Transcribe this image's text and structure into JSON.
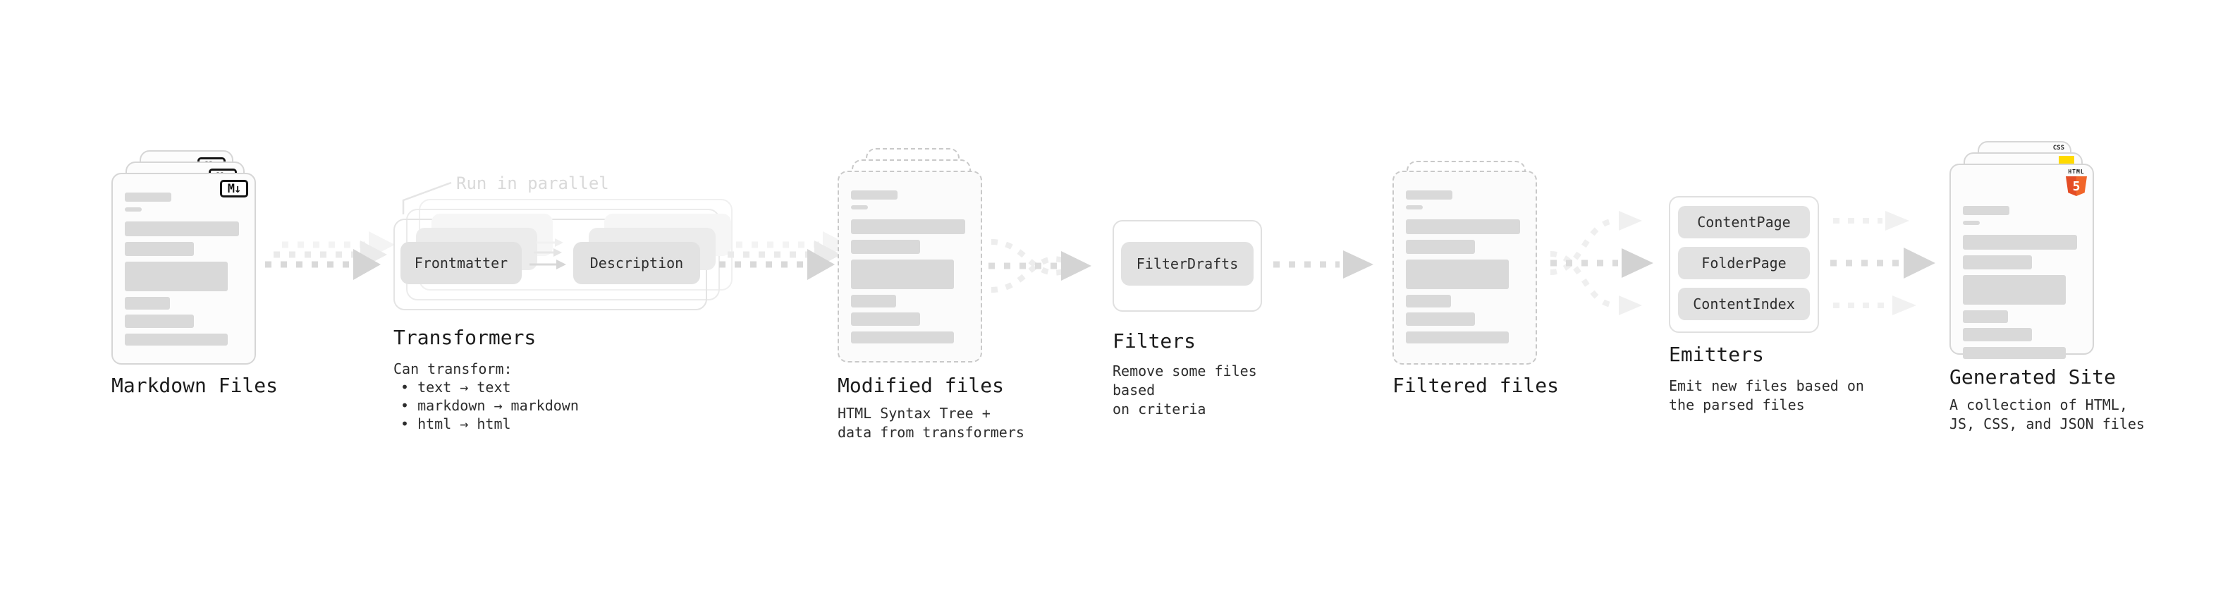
{
  "markdown_files": {
    "badge": "M↓",
    "label": "Markdown Files"
  },
  "transformers": {
    "note": "Run in parallel",
    "left_box": "Frontmatter",
    "right_box": "Description",
    "title": "Transformers",
    "desc_heading": "Can transform:",
    "bullets": [
      "• text → text",
      "• markdown → markdown",
      "• html → html"
    ]
  },
  "modified_files": {
    "title": "Modified files",
    "subtitle": "HTML Syntax Tree +\ndata from transformers"
  },
  "filters": {
    "box": "FilterDrafts",
    "title": "Filters",
    "subtitle": "Remove some files based\non criteria"
  },
  "filtered_files": {
    "title": "Filtered files"
  },
  "emitters": {
    "boxes": [
      "ContentPage",
      "FolderPage",
      "ContentIndex"
    ],
    "title": "Emitters",
    "subtitle": "Emit new files based on\nthe parsed files"
  },
  "generated_site": {
    "title": "Generated Site",
    "subtitle": "A collection of HTML,\nJS, CSS, and JSON files",
    "badge_css": "CSS",
    "badge_html": "HTML",
    "badge_five": "5"
  },
  "colors": {
    "ink": "#1c1c1c",
    "subtle_text": "#2d2d2d",
    "placeholder_bar": "#d9d9d9",
    "arrow_gray": "#d4d4d4",
    "ghost_arrow_gray": "#f0f0f0",
    "note_gray": "#d9d9d9",
    "html5_orange": "#e44d26",
    "js_yellow": "#ffda00",
    "css_blue": "#2b62f6"
  }
}
